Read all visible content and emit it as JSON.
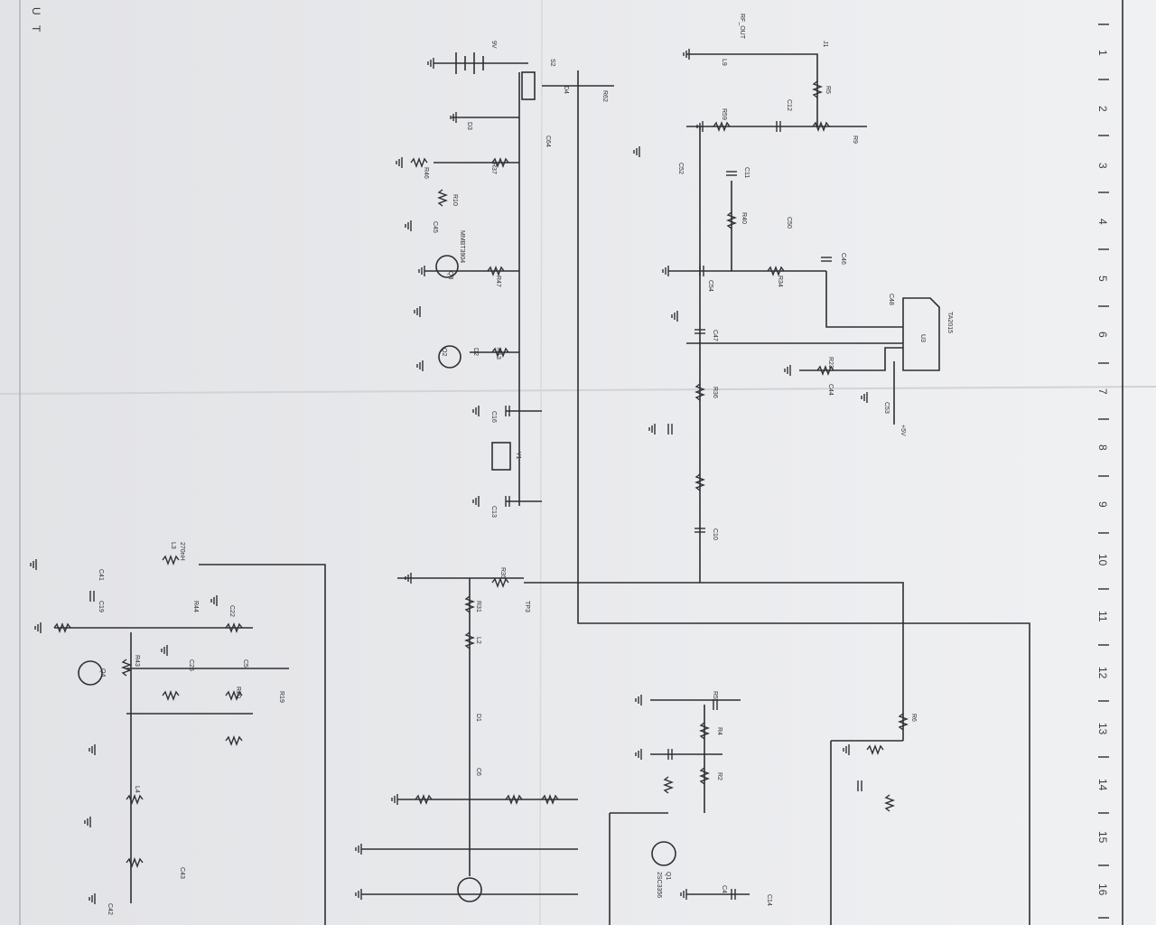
{
  "ruler_numbers": [
    "1",
    "2",
    "3",
    "4",
    "5",
    "6",
    "7",
    "8",
    "9",
    "10",
    "11",
    "12",
    "13",
    "14",
    "15",
    "16"
  ],
  "edge_letters": [
    "U",
    "T"
  ],
  "labels": [
    "RF_OUT",
    "J1",
    "L9",
    "R5",
    "R9",
    "C12",
    "R59",
    "C52",
    "C11",
    "R40",
    "C50",
    "R34",
    "C46",
    "C54",
    "U3",
    "TA2015",
    "C48",
    "C47",
    "R36",
    "R23",
    "C44",
    "C53",
    "+5V",
    "9V",
    "S2",
    "D4",
    "R62",
    "D3",
    "C64",
    "R46",
    "R37",
    "R10",
    "Q3",
    "MMBT3904",
    "C45",
    "R47",
    "Q2",
    "D2",
    "R13",
    "C16",
    "Y1",
    "C13",
    "C10",
    "R35",
    "TP3",
    "R31",
    "L2",
    "D1",
    "C6",
    "R5",
    "Q1",
    "2SC3356",
    "C4",
    "C14",
    "R4",
    "R2",
    "R6",
    "L3",
    "270nH",
    "C41",
    "C19",
    "Q4",
    "L4",
    "C43",
    "C42",
    "C22",
    "R44",
    "R43",
    "R19",
    "R20",
    "C25",
    "C5"
  ]
}
